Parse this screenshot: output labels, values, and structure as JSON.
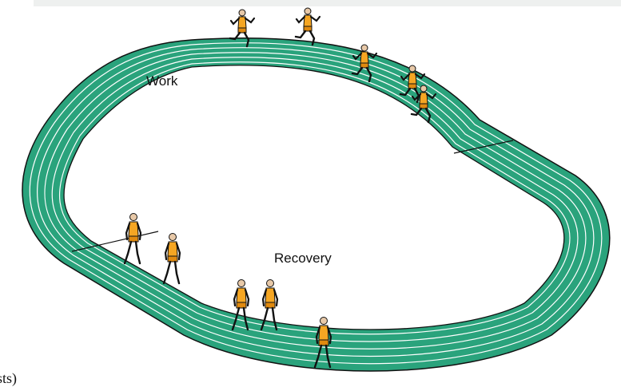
{
  "labels": {
    "work": "Work",
    "recovery": "Recovery"
  },
  "fragment_text": "sts)",
  "colors": {
    "track_fill": "#2aa37c",
    "track_outline": "#111111",
    "lane_lines": "#ffffff",
    "infield": "#ffffff",
    "runner_kit": "#f5a623",
    "runner_skin": "#e8c9a8"
  },
  "icons": {
    "runner": "runner-figure",
    "walker": "walker-figure"
  }
}
